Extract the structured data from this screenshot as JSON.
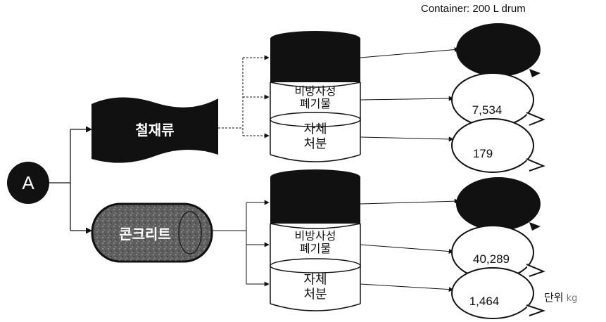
{
  "container_note": "Container: 200 L drum",
  "unit_label": "단위",
  "unit_value": "kg",
  "start_node": "A",
  "top_branch": {
    "label": "철재류",
    "drum_sections": {
      "middle": "비방사성 폐기물",
      "bottom": "자체 처분"
    },
    "results": {
      "black": "",
      "nonradioactive": "7,534",
      "self_disposal": "179"
    }
  },
  "bottom_branch": {
    "label": "콘크리트",
    "drum_sections": {
      "middle": "비방사성 폐기물",
      "bottom": "자체 처분"
    },
    "results": {
      "black": "",
      "nonradioactive": "40,289",
      "self_disposal": "1,464"
    }
  },
  "colors": {
    "ink": "#111111",
    "concrete_fill": "#5f5f5f",
    "background": "#ffffff"
  }
}
